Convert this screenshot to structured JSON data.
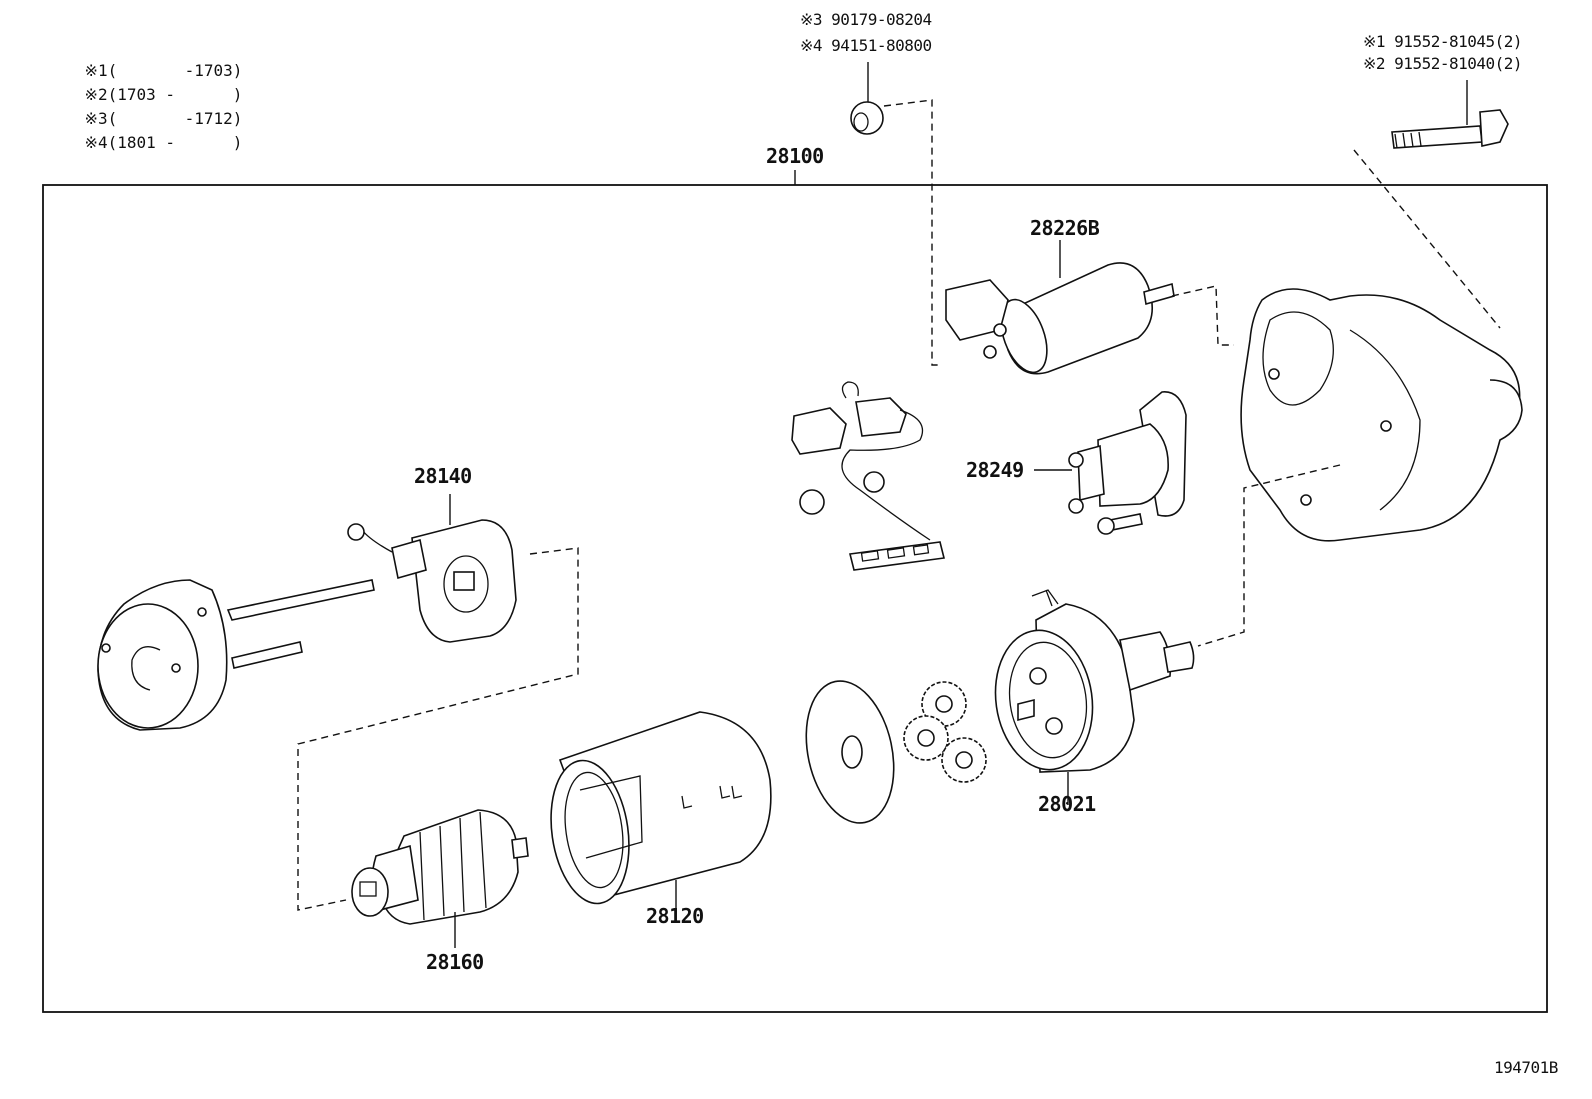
{
  "notes": [
    {
      "mark": "※1",
      "range": "(       -1703)"
    },
    {
      "mark": "※2",
      "range": "(1703 -      )"
    },
    {
      "mark": "※3",
      "range": "(       -1712)"
    },
    {
      "mark": "※4",
      "range": "(1801 -      )"
    }
  ],
  "top_parts": {
    "nut_line1": "※3 90179-08204",
    "nut_line2": "※4 94151-80800",
    "bolt_line1": "※1 91552-81045(2)",
    "bolt_line2": "※2 91552-81040(2)"
  },
  "assembly": {
    "label": "28100"
  },
  "parts": {
    "solenoid": "28226B",
    "switch": "28249",
    "brush_holder": "28140",
    "gear_housing": "28021",
    "yoke": "28120",
    "armature": "28160"
  },
  "diagram_id": "194701B"
}
